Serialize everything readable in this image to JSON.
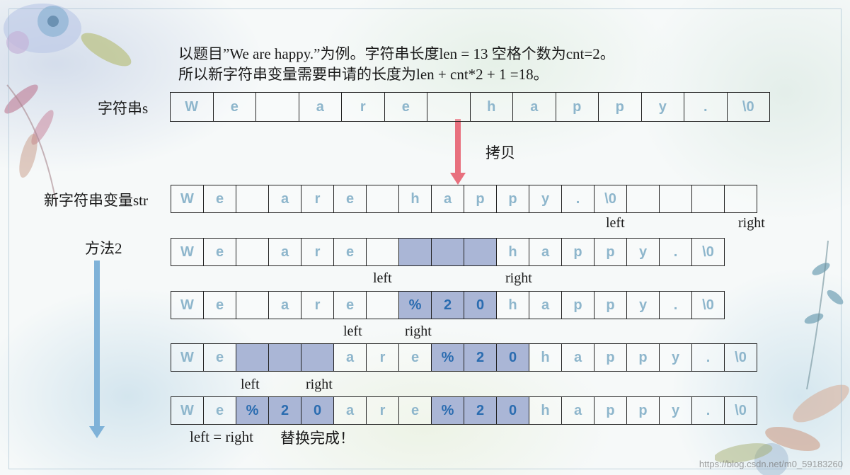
{
  "caption": {
    "line1": "以题目”We are happy.”为例。字符串长度len = 13 空格个数为cnt=2。",
    "line2": "所以新字符串变量需要申请的长度为len + cnt*2 + 1 =18。"
  },
  "labels": {
    "string_s": "字符串s",
    "copy": "拷贝",
    "new_str": "新字符串变量str",
    "method": "方法2",
    "done_left": "left = right",
    "done_text": "替换完成！"
  },
  "pointers": {
    "row3_left": "left",
    "row3_right": "right",
    "row4_left": "left",
    "row4_right": "right",
    "row5_left": "left",
    "row5_right": "right",
    "row6_left": "left",
    "row6_right": "right"
  },
  "rows": {
    "s": [
      "W",
      "e",
      "",
      "a",
      "r",
      "e",
      "",
      "h",
      "a",
      "p",
      "p",
      "y",
      ".",
      "\\0"
    ],
    "str": [
      "W",
      "e",
      "",
      "a",
      "r",
      "e",
      "",
      "h",
      "a",
      "p",
      "p",
      "y",
      ".",
      "\\0",
      "",
      "",
      "",
      ""
    ],
    "step1": [
      "W",
      "e",
      "",
      "a",
      "r",
      "e",
      "",
      "",
      "",
      "",
      "h",
      "a",
      "p",
      "p",
      "y",
      ".",
      "\\0"
    ],
    "step2": [
      "W",
      "e",
      "",
      "a",
      "r",
      "e",
      "",
      "%",
      "2",
      "0",
      "h",
      "a",
      "p",
      "p",
      "y",
      ".",
      "\\0"
    ],
    "step3": [
      "W",
      "e",
      "",
      "",
      "",
      "a",
      "r",
      "e",
      "%",
      "2",
      "0",
      "h",
      "a",
      "p",
      "p",
      "y",
      ".",
      "\\0"
    ],
    "step4": [
      "W",
      "e",
      "%",
      "2",
      "0",
      "a",
      "r",
      "e",
      "%",
      "2",
      "0",
      "h",
      "a",
      "p",
      "p",
      "y",
      ".",
      "\\0"
    ]
  },
  "colors": {
    "cell_text": "#8eb6cc",
    "cell_text_dark": "#2a6cb0",
    "highlight": "#aab6d6",
    "copy_arrow": "#e8707e",
    "method_arrow": "#7fb2d8"
  },
  "icons": {
    "copy_arrow": "arrow-down-red-icon",
    "method_arrow": "arrow-down-blue-icon"
  },
  "watermark": "https://blog.csdn.net/m0_59183260"
}
